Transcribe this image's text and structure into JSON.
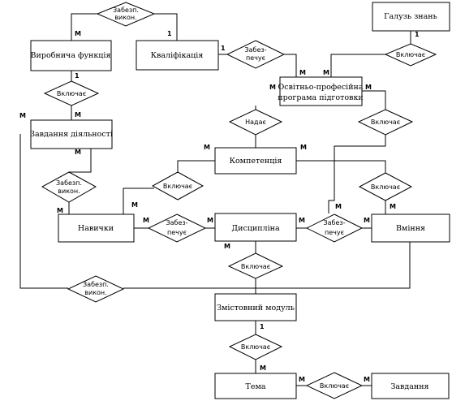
{
  "entities": {
    "vyrobnycha_funktsiia": "Виробнича функція",
    "kvalifikatsiia": "Кваліфікація",
    "haluz_znan": "Галузь знань",
    "osvitnio_prof_line1": "Освітньо-професійна",
    "osvitnio_prof_line2": "програма підготовки",
    "zavdannia_diialnosti": "Завдання діяльності",
    "kompetentsiia": "Компетенція",
    "navychky": "Навички",
    "dystsyplina": "Дисципліна",
    "vminnia": "Вміння",
    "zmistovnyi_modul": "Змістовний модуль",
    "tema": "Тема",
    "zavdannia": "Завдання"
  },
  "relationships": {
    "zabezp_vykon_top_l1": "Забезп.",
    "zabezp_vykon_top_l2": "викон.",
    "zabezpechuie_kval_l1": "Забез-",
    "zabezpechuie_kval_l2": "печує",
    "vkliuchaie_haluz": "Включає",
    "vkliuchaie_vf": "Включає",
    "nadaie": "Надає",
    "vkliuchaie_opp_vm": "Включає",
    "zabezp_vykon_nav_l1": "Забезп.",
    "zabezp_vykon_nav_l2": "викон.",
    "vkliuchaie_komp_nav": "Включає",
    "vkliuchaie_komp_vm": "Включає",
    "zabezpechuie_nav_l1": "Забез-",
    "zabezpechuie_nav_l2": "печує",
    "zabezpechuie_vm_l1": "Забез-",
    "zabezpechuie_vm_l2": "печує",
    "vkliuchaie_dys_zm": "Включає",
    "zabezp_vykon_zm_l1": "Забезп.",
    "zabezp_vykon_zm_l2": "викон.",
    "vkliuchaie_zm_tema": "Включає",
    "vkliuchaie_tema_zav": "Включає"
  },
  "cardinalities": {
    "c1": "М",
    "c2": "1",
    "c3": "1",
    "c4": "М",
    "c5": "1",
    "c6": "М",
    "c7": "1",
    "c8": "М",
    "c9": "М",
    "c10": "М",
    "c11": "М",
    "c12": "М",
    "c13": "М",
    "c14": "М",
    "c15": "М",
    "c16": "М",
    "c17": "М",
    "c18": "М",
    "c19": "М",
    "c20": "М",
    "c21": "М",
    "c22": "М",
    "c23": "М",
    "c24": "1",
    "c25": "М",
    "c26": "М",
    "c27": "М"
  }
}
